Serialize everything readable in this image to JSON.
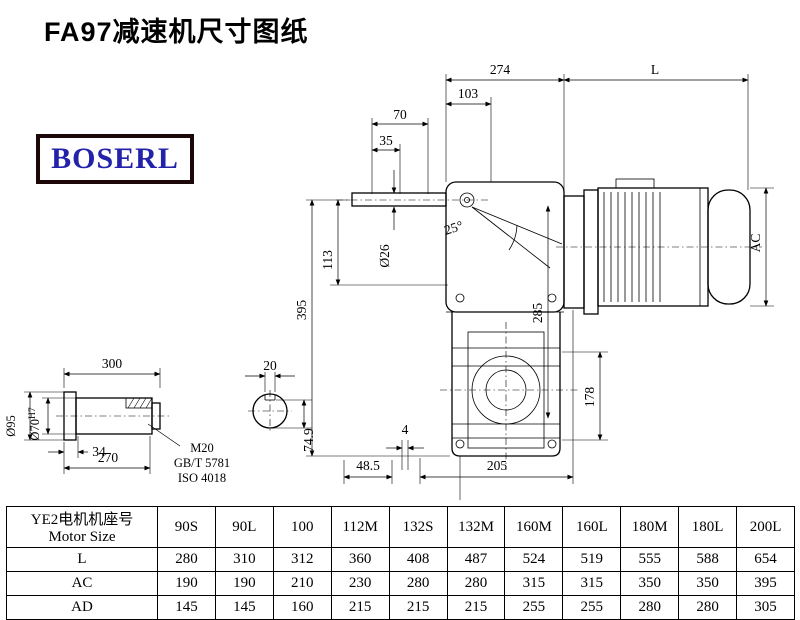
{
  "title": "FA97减速机尺寸图纸",
  "logo_text": "BOSERL",
  "colors": {
    "logo_text": "#2222aa",
    "logo_border": "#1c0808",
    "line": "#000000"
  },
  "drawing": {
    "dims": {
      "d274": "274",
      "dL": "L",
      "d103": "103",
      "d70": "70",
      "d35": "35",
      "angle25": "25°",
      "dia26": "Ø26",
      "d395": "395",
      "d113": "113",
      "d285": "285",
      "dAC": "AC",
      "d178": "178",
      "d4": "4",
      "d48_5": "48.5",
      "d205": "205",
      "d300": "300",
      "d20": "20",
      "d34": "34",
      "d270": "270",
      "dia95": "Ø95",
      "dia70": "Ø70",
      "tol70": "H7",
      "d74_9": "74.9",
      "m20": "M20",
      "gbt": "GB/T 5781",
      "iso": "ISO 4018"
    }
  },
  "table": {
    "header_cn": "YE2电机机座号",
    "header_en": "Motor Size",
    "columns": [
      "90S",
      "90L",
      "100",
      "112M",
      "132S",
      "132M",
      "160M",
      "160L",
      "180M",
      "180L",
      "200L"
    ],
    "rows": [
      {
        "label": "L",
        "values": [
          "280",
          "310",
          "312",
          "360",
          "408",
          "487",
          "524",
          "519",
          "555",
          "588",
          "654"
        ]
      },
      {
        "label": "AC",
        "values": [
          "190",
          "190",
          "210",
          "230",
          "280",
          "280",
          "315",
          "315",
          "350",
          "350",
          "395"
        ]
      },
      {
        "label": "AD",
        "values": [
          "145",
          "145",
          "160",
          "215",
          "215",
          "215",
          "255",
          "255",
          "280",
          "280",
          "305"
        ]
      }
    ]
  }
}
